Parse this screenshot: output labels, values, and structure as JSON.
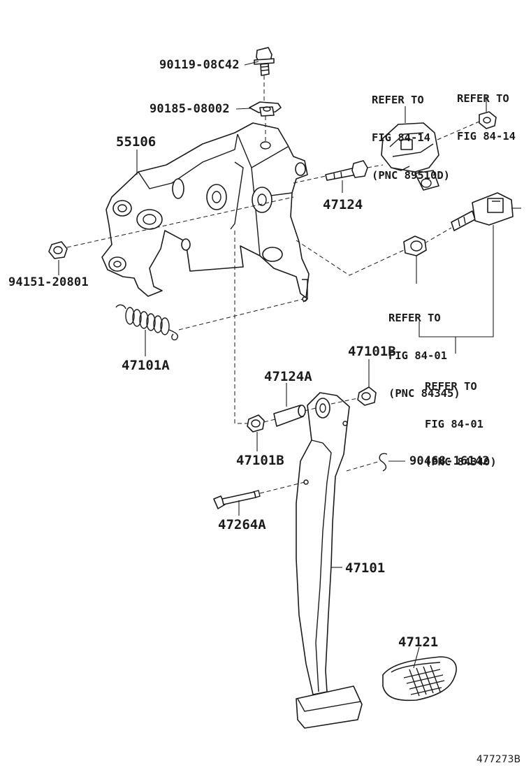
{
  "labels": {
    "p_90119": "90119-08C42",
    "p_90185": "90185-08002",
    "p_55106": "55106",
    "p_94151": "94151-20801",
    "p_47124": "47124",
    "p_47101A": "47101A",
    "p_47124A": "47124A",
    "p_47101B_top": "47101B",
    "p_47101B_left": "47101B",
    "p_90468": "90468-16142",
    "p_47264A": "47264A",
    "p_47101": "47101",
    "p_47121": "47121",
    "ref_89510D": [
      "REFER TO",
      "FIG 84-14",
      "(PNC 89510D)"
    ],
    "ref_84_14": [
      "REFER TO",
      "FIG 84-14"
    ],
    "ref_84345": [
      "REFER TO",
      "FIG 84-01",
      "(PNC 84345)"
    ],
    "ref_84340": [
      "REFER TO",
      "FIG 84-01",
      "(PNC 84340)"
    ],
    "figure_code": "477273B"
  }
}
